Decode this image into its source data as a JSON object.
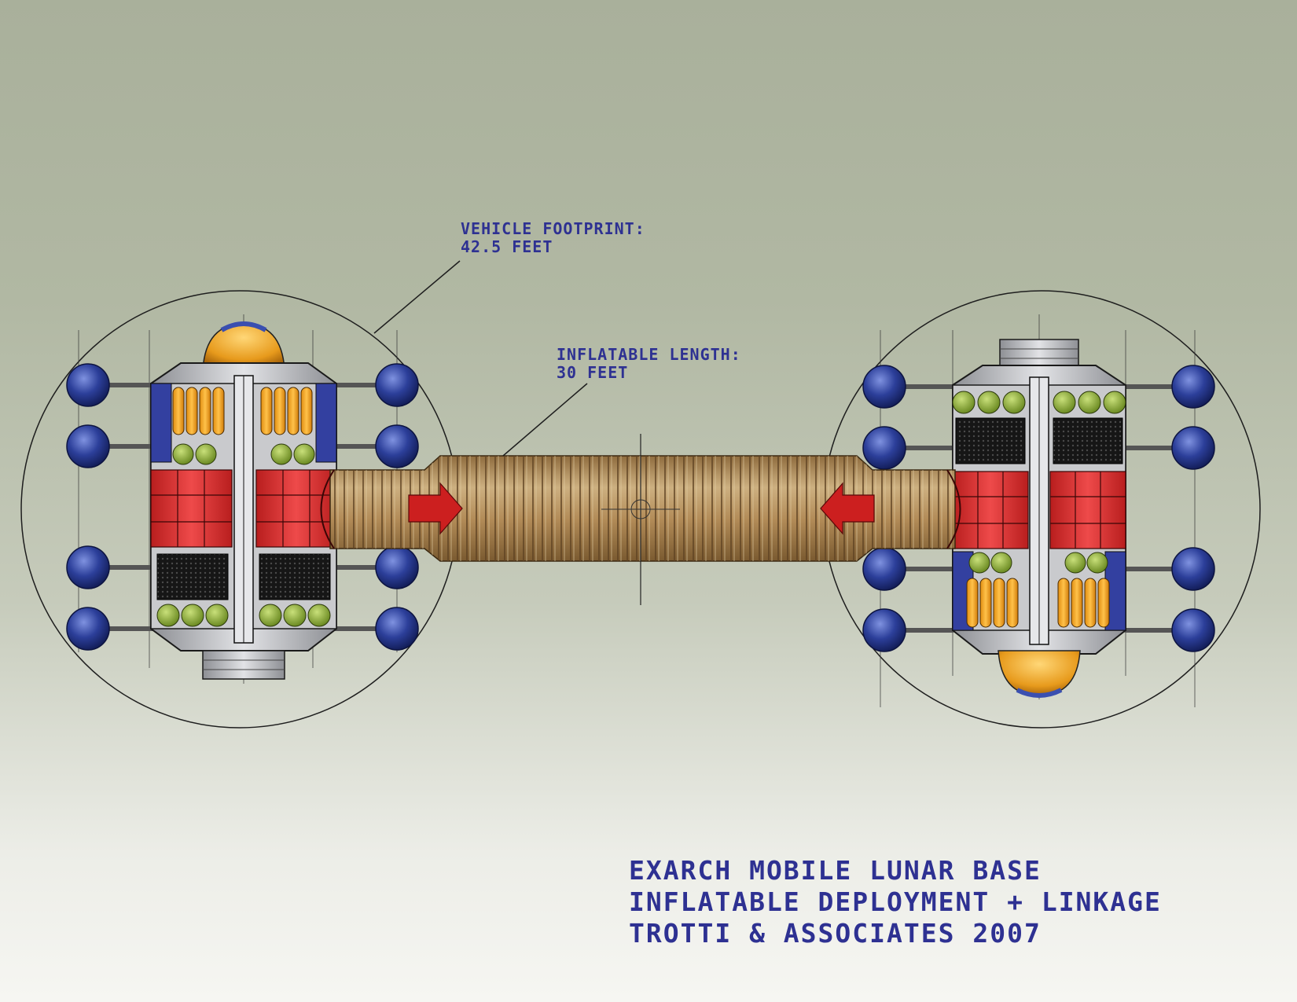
{
  "annotations": {
    "footprint": {
      "line1": "VEHICLE FOOTPRINT:",
      "line2": "42.5 FEET"
    },
    "inflatable": {
      "line1": "INFLATABLE LENGTH:",
      "line2": "30 FEET"
    }
  },
  "title_block": {
    "line1": "EXARCH MOBILE LUNAR BASE",
    "line2": "INFLATABLE DEPLOYMENT + LINKAGE",
    "line3": "TROTTI & ASSOCIATES 2007"
  },
  "colors": {
    "text": "#2e3192",
    "wheel": "#2c3f9a",
    "tank_orange": "#f0a020",
    "tank_green": "#8fae3a",
    "red_module": "#d62a2a",
    "bellows": "#b8955f",
    "arrow": "#cc1f1f"
  }
}
